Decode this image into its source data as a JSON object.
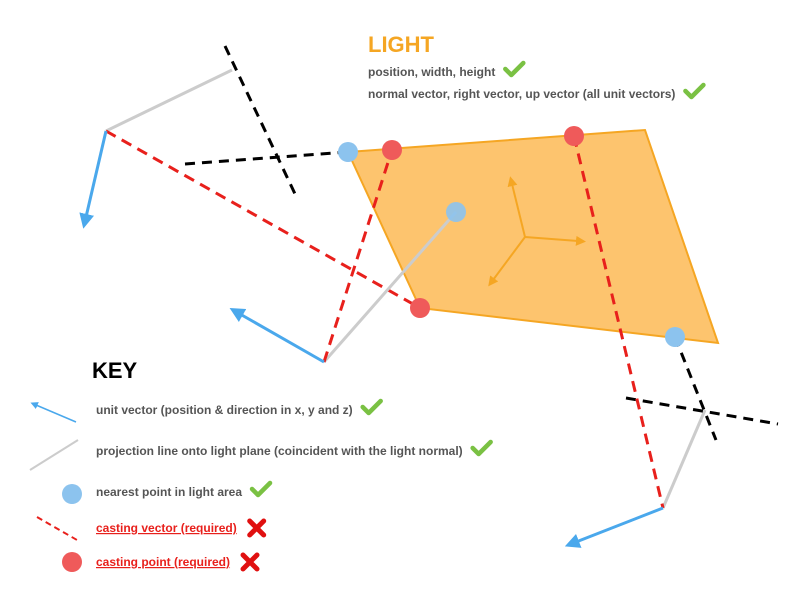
{
  "colors": {
    "light_fill": "#fdc46e",
    "light_stroke": "#f5a623",
    "unit_vector": "#4aa8ec",
    "projection": "#cccccc",
    "nearest_point": "#8cc3ee",
    "casting": "#e8201c",
    "casting_point": "#ef5a5a",
    "check": "#7ac143",
    "cross": "#e01010",
    "text": "#555555"
  },
  "light": {
    "title": "LIGHT",
    "properties": [
      {
        "text": "position, width, height",
        "status": "check-icon"
      },
      {
        "text": "normal vector, right vector, up vector (all unit vectors)",
        "status": "check-icon"
      }
    ]
  },
  "key": {
    "title": "KEY",
    "items": [
      {
        "icon": "unit-vector-arrow-icon",
        "text": "unit vector (position & direction in x, y and z)",
        "status": "check-icon"
      },
      {
        "icon": "projection-line-icon",
        "text": "projection line onto light plane (coincident with the light normal)",
        "status": "check-icon"
      },
      {
        "icon": "nearest-point-dot-icon",
        "text": "nearest point in light area",
        "status": "check-icon"
      },
      {
        "icon": "casting-vector-dashed-icon",
        "text": "casting vector (required)",
        "status": "cross-icon"
      },
      {
        "icon": "casting-point-dot-icon",
        "text": "casting point (required)",
        "status": "cross-icon"
      }
    ]
  }
}
